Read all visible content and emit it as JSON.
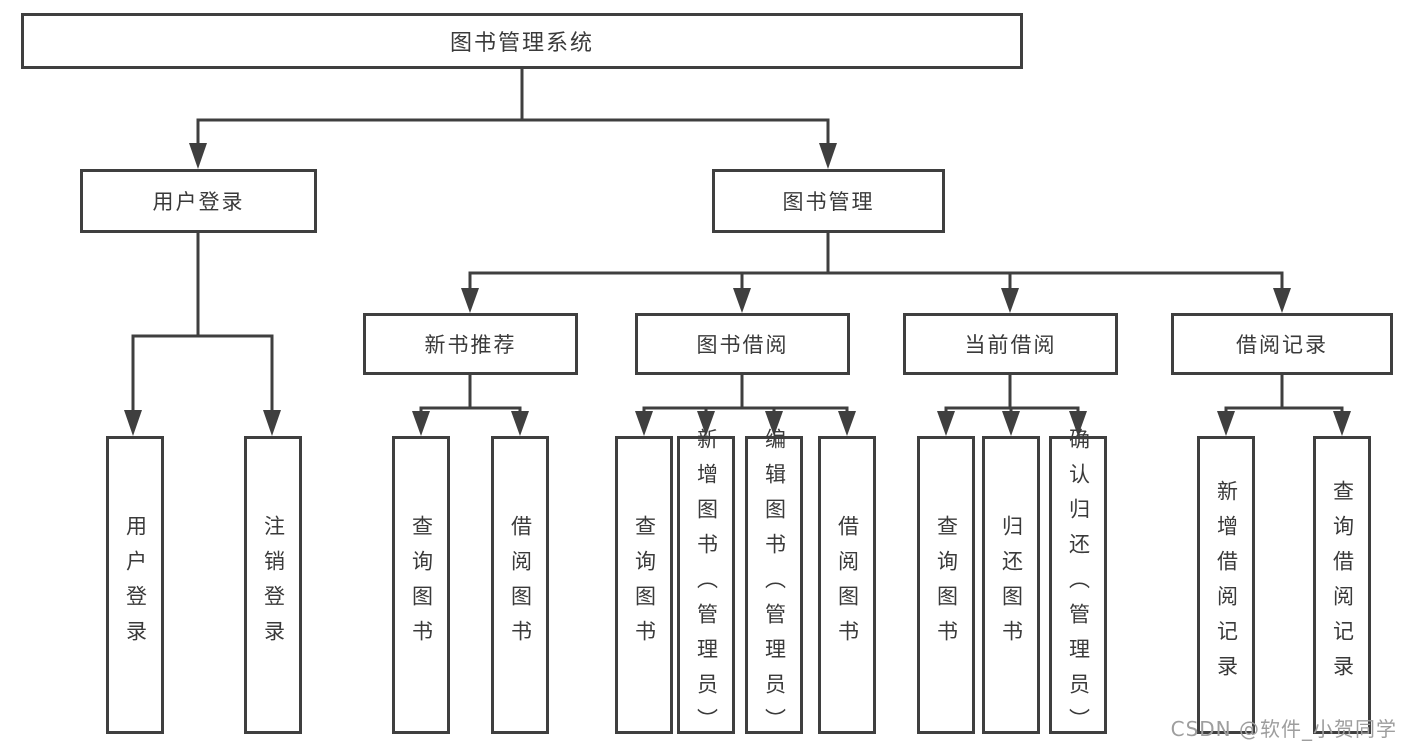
{
  "colors": {
    "line": "#3f3f3f",
    "text": "#3a3a3a",
    "background": "#ffffff",
    "watermark_gray": "#9e9e9e"
  },
  "watermark": {
    "text": "CSDN @软件_小贺同学"
  },
  "tree": {
    "label": "图书管理系统",
    "children": [
      {
        "label": "用户登录",
        "children": [
          {
            "label": "用户登录"
          },
          {
            "label": "注销登录"
          }
        ]
      },
      {
        "label": "图书管理",
        "children": [
          {
            "label": "新书推荐",
            "children": [
              {
                "label": "查询图书"
              },
              {
                "label": "借阅图书"
              }
            ]
          },
          {
            "label": "图书借阅",
            "children": [
              {
                "label": "查询图书"
              },
              {
                "label": "新增图书（管理员）"
              },
              {
                "label": "编辑图书（管理员）"
              },
              {
                "label": "借阅图书"
              }
            ]
          },
          {
            "label": "当前借阅",
            "children": [
              {
                "label": "查询图书"
              },
              {
                "label": "归还图书"
              },
              {
                "label": "确认归还（管理员）"
              }
            ]
          },
          {
            "label": "借阅记录",
            "children": [
              {
                "label": "新增借阅记录"
              },
              {
                "label": "查询借阅记录"
              }
            ]
          }
        ]
      }
    ]
  }
}
